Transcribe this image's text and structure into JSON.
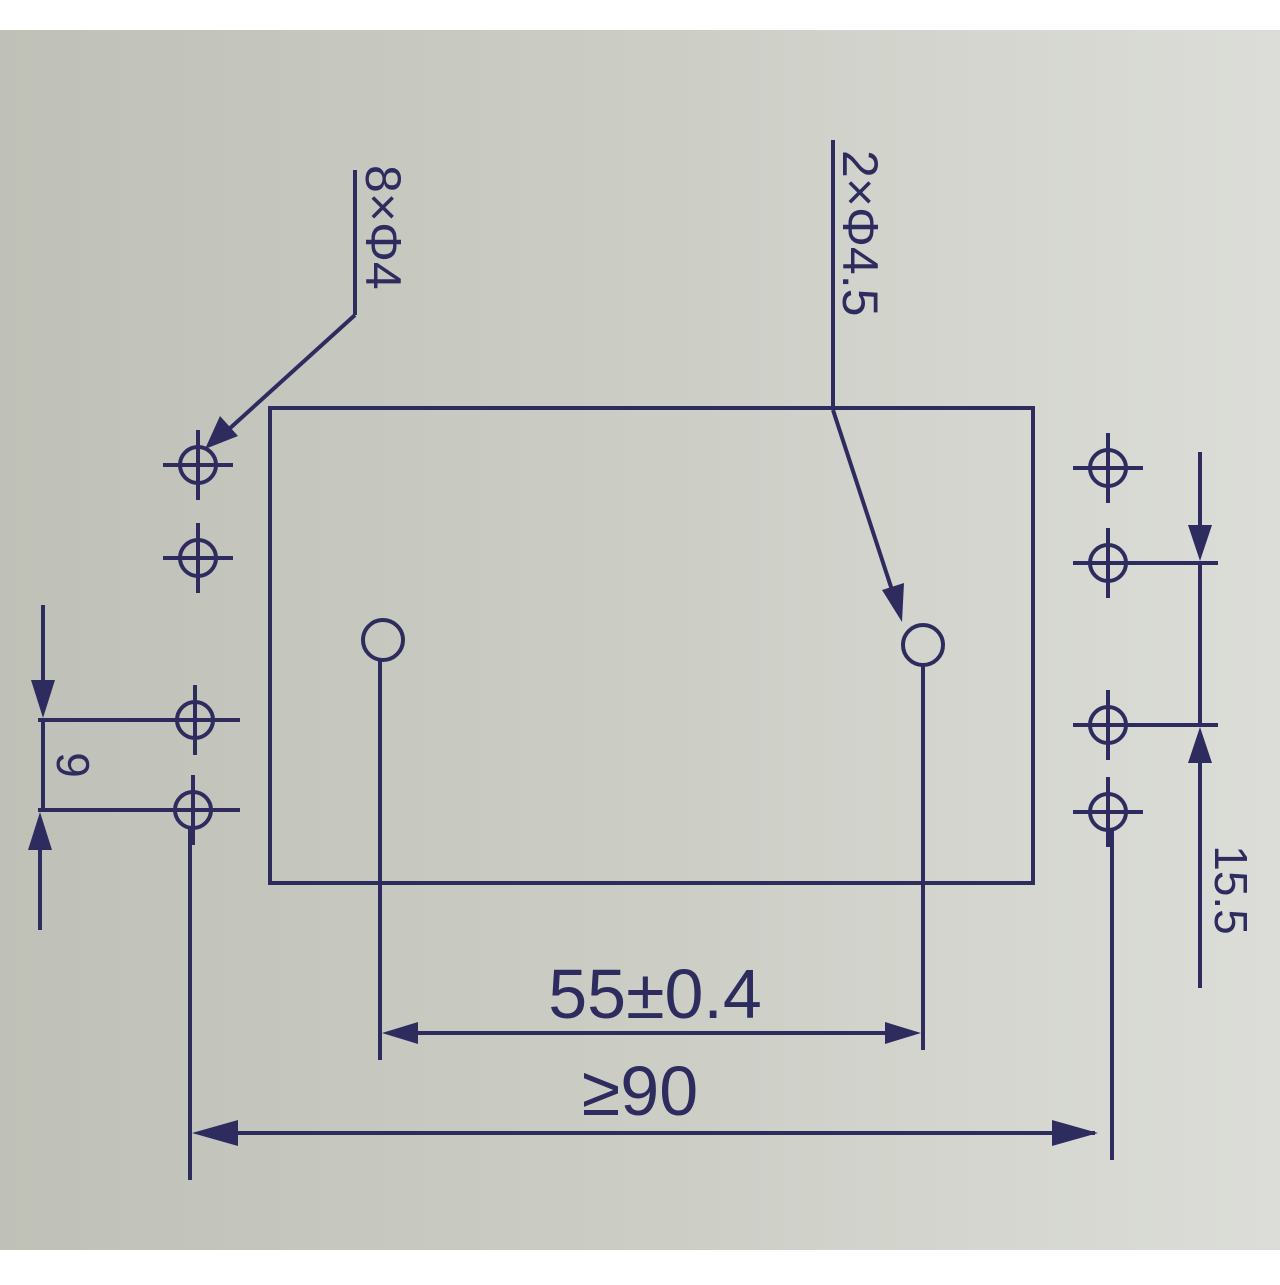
{
  "diagram": {
    "ink_color": "#2e2c5e",
    "paper_color": "#c8cac2",
    "labels": {
      "pin_holes": "8×Φ4",
      "mount_holes": "2×Φ4.5",
      "pin_pitch": "9",
      "row_gap": "15.5",
      "mount_spacing": "55±0.4",
      "min_width": "≥90"
    }
  }
}
